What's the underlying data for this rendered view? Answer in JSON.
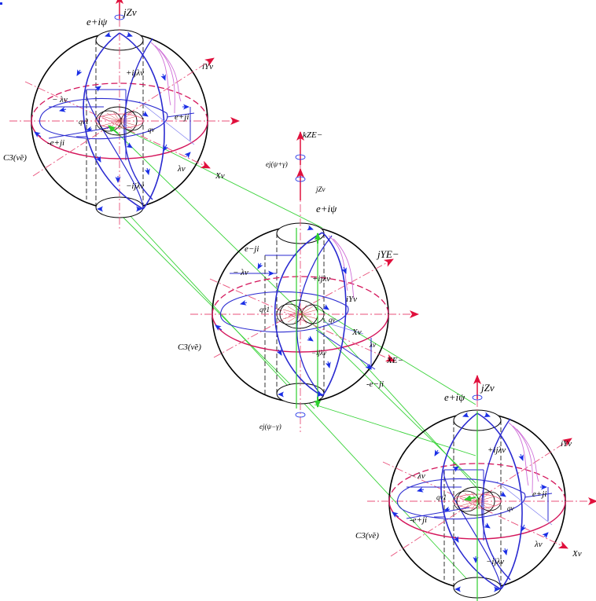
{
  "spheres": [
    {
      "id": "nu-top",
      "labels": {
        "phase_top": "e+iψ",
        "z_axis": "jZν",
        "y_axis": "iYν",
        "x_axis": "Xν",
        "plus_ij_lambda": "+ijλν",
        "minus_lambda": "− λν",
        "q1": "qν1",
        "q2": "qν",
        "e_plus_ji_right": "e+ji",
        "e_plus_ji_left": "-e+ji",
        "lambda": "λν",
        "minus_ij_lambda": "−ijλν",
        "circle": "C3(ν̃e)"
      }
    },
    {
      "id": "electron-middle",
      "labels": {
        "k_axis": "kZE−",
        "phase_upper": "ej(ψ+γ)",
        "z_axis": "jZν",
        "phase_top": "e+iψ",
        "e_minus_ji_upper": "e−ji",
        "y_axis_e": "jYE−",
        "minus_lambda": "− λν",
        "plus_ij_lambda": "+ijλν",
        "y_axis": "iYν",
        "q1": "qν1",
        "q2": "qν",
        "x_axis": "Xν",
        "minus_ij_lambda": "−ijλν",
        "lambda": "λν",
        "x_axis_e": "XE−",
        "e_minus_ji_lower": "-e−ji",
        "circle": "C3(ν̃e)",
        "phase_lower": "ej(ψ−γ)"
      }
    },
    {
      "id": "nu-bottom",
      "labels": {
        "phase_top": "e+iψ",
        "z_axis": "jZν",
        "y_axis": "iYν",
        "x_axis": "Xν",
        "plus_ij_lambda": "+ijλν",
        "minus_lambda": "− λν",
        "q1": "qν1",
        "q2": "qν",
        "e_plus_ji_right": "e+ji",
        "e_plus_ji_left": "-e+ji",
        "lambda": "λν",
        "minus_ij_lambda": "−ijλν",
        "circle": "C3(ν̃e)"
      }
    }
  ],
  "colors": {
    "sphere_outline": "#000000",
    "equator": "#d4145a",
    "axis_dashdot": "#e8507a",
    "axis_arrow": "#e0103c",
    "meridian": "#2020c8",
    "arrow_blue": "#1a2ee6",
    "connector_green": "#36d236",
    "pink_curve": "#cf6fd8",
    "dashed_black": "#000000"
  }
}
